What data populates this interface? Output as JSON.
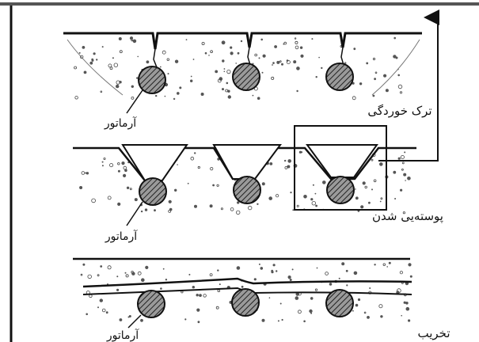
{
  "labels": {
    "rebar_1": "آرماتور",
    "rebar_2": "آرماتور",
    "rebar_3": "آرماتور",
    "stage_cracking": "ترک خوردگی",
    "stage_spalling": "پوسته‌یی شدن",
    "stage_destruction": "تخریب"
  },
  "colors": {
    "line": "#111111",
    "background": "#ffffff",
    "hatch": "#333333"
  }
}
